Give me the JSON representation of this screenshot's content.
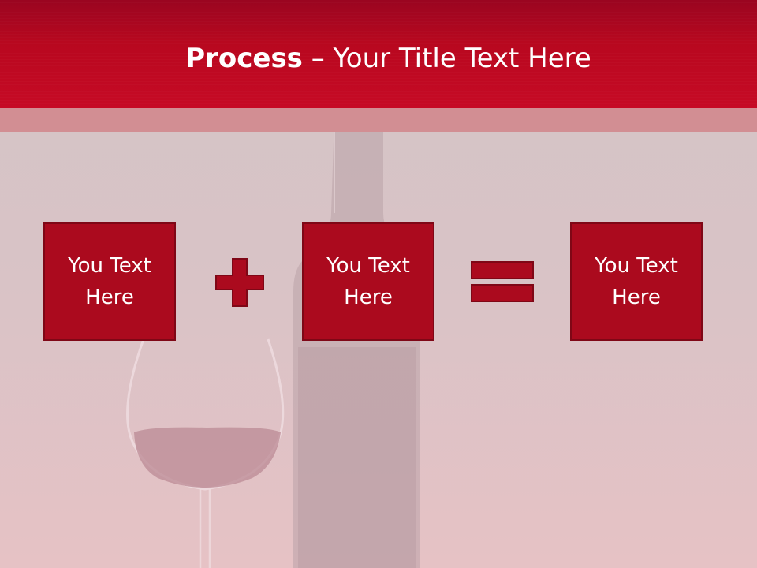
{
  "slide": {
    "title_bold": "Process",
    "title_rest": " – Your Title Text Here",
    "boxes": [
      {
        "label": "You Text Here"
      },
      {
        "label": "You Text Here"
      },
      {
        "label": "You Text Here"
      }
    ],
    "operators": [
      "plus-icon",
      "equals-icon"
    ],
    "colors": {
      "header": "#c00a23",
      "box_fill": "#ab0a1e",
      "box_border": "#7f0716",
      "background": "#d8c4c6"
    }
  }
}
